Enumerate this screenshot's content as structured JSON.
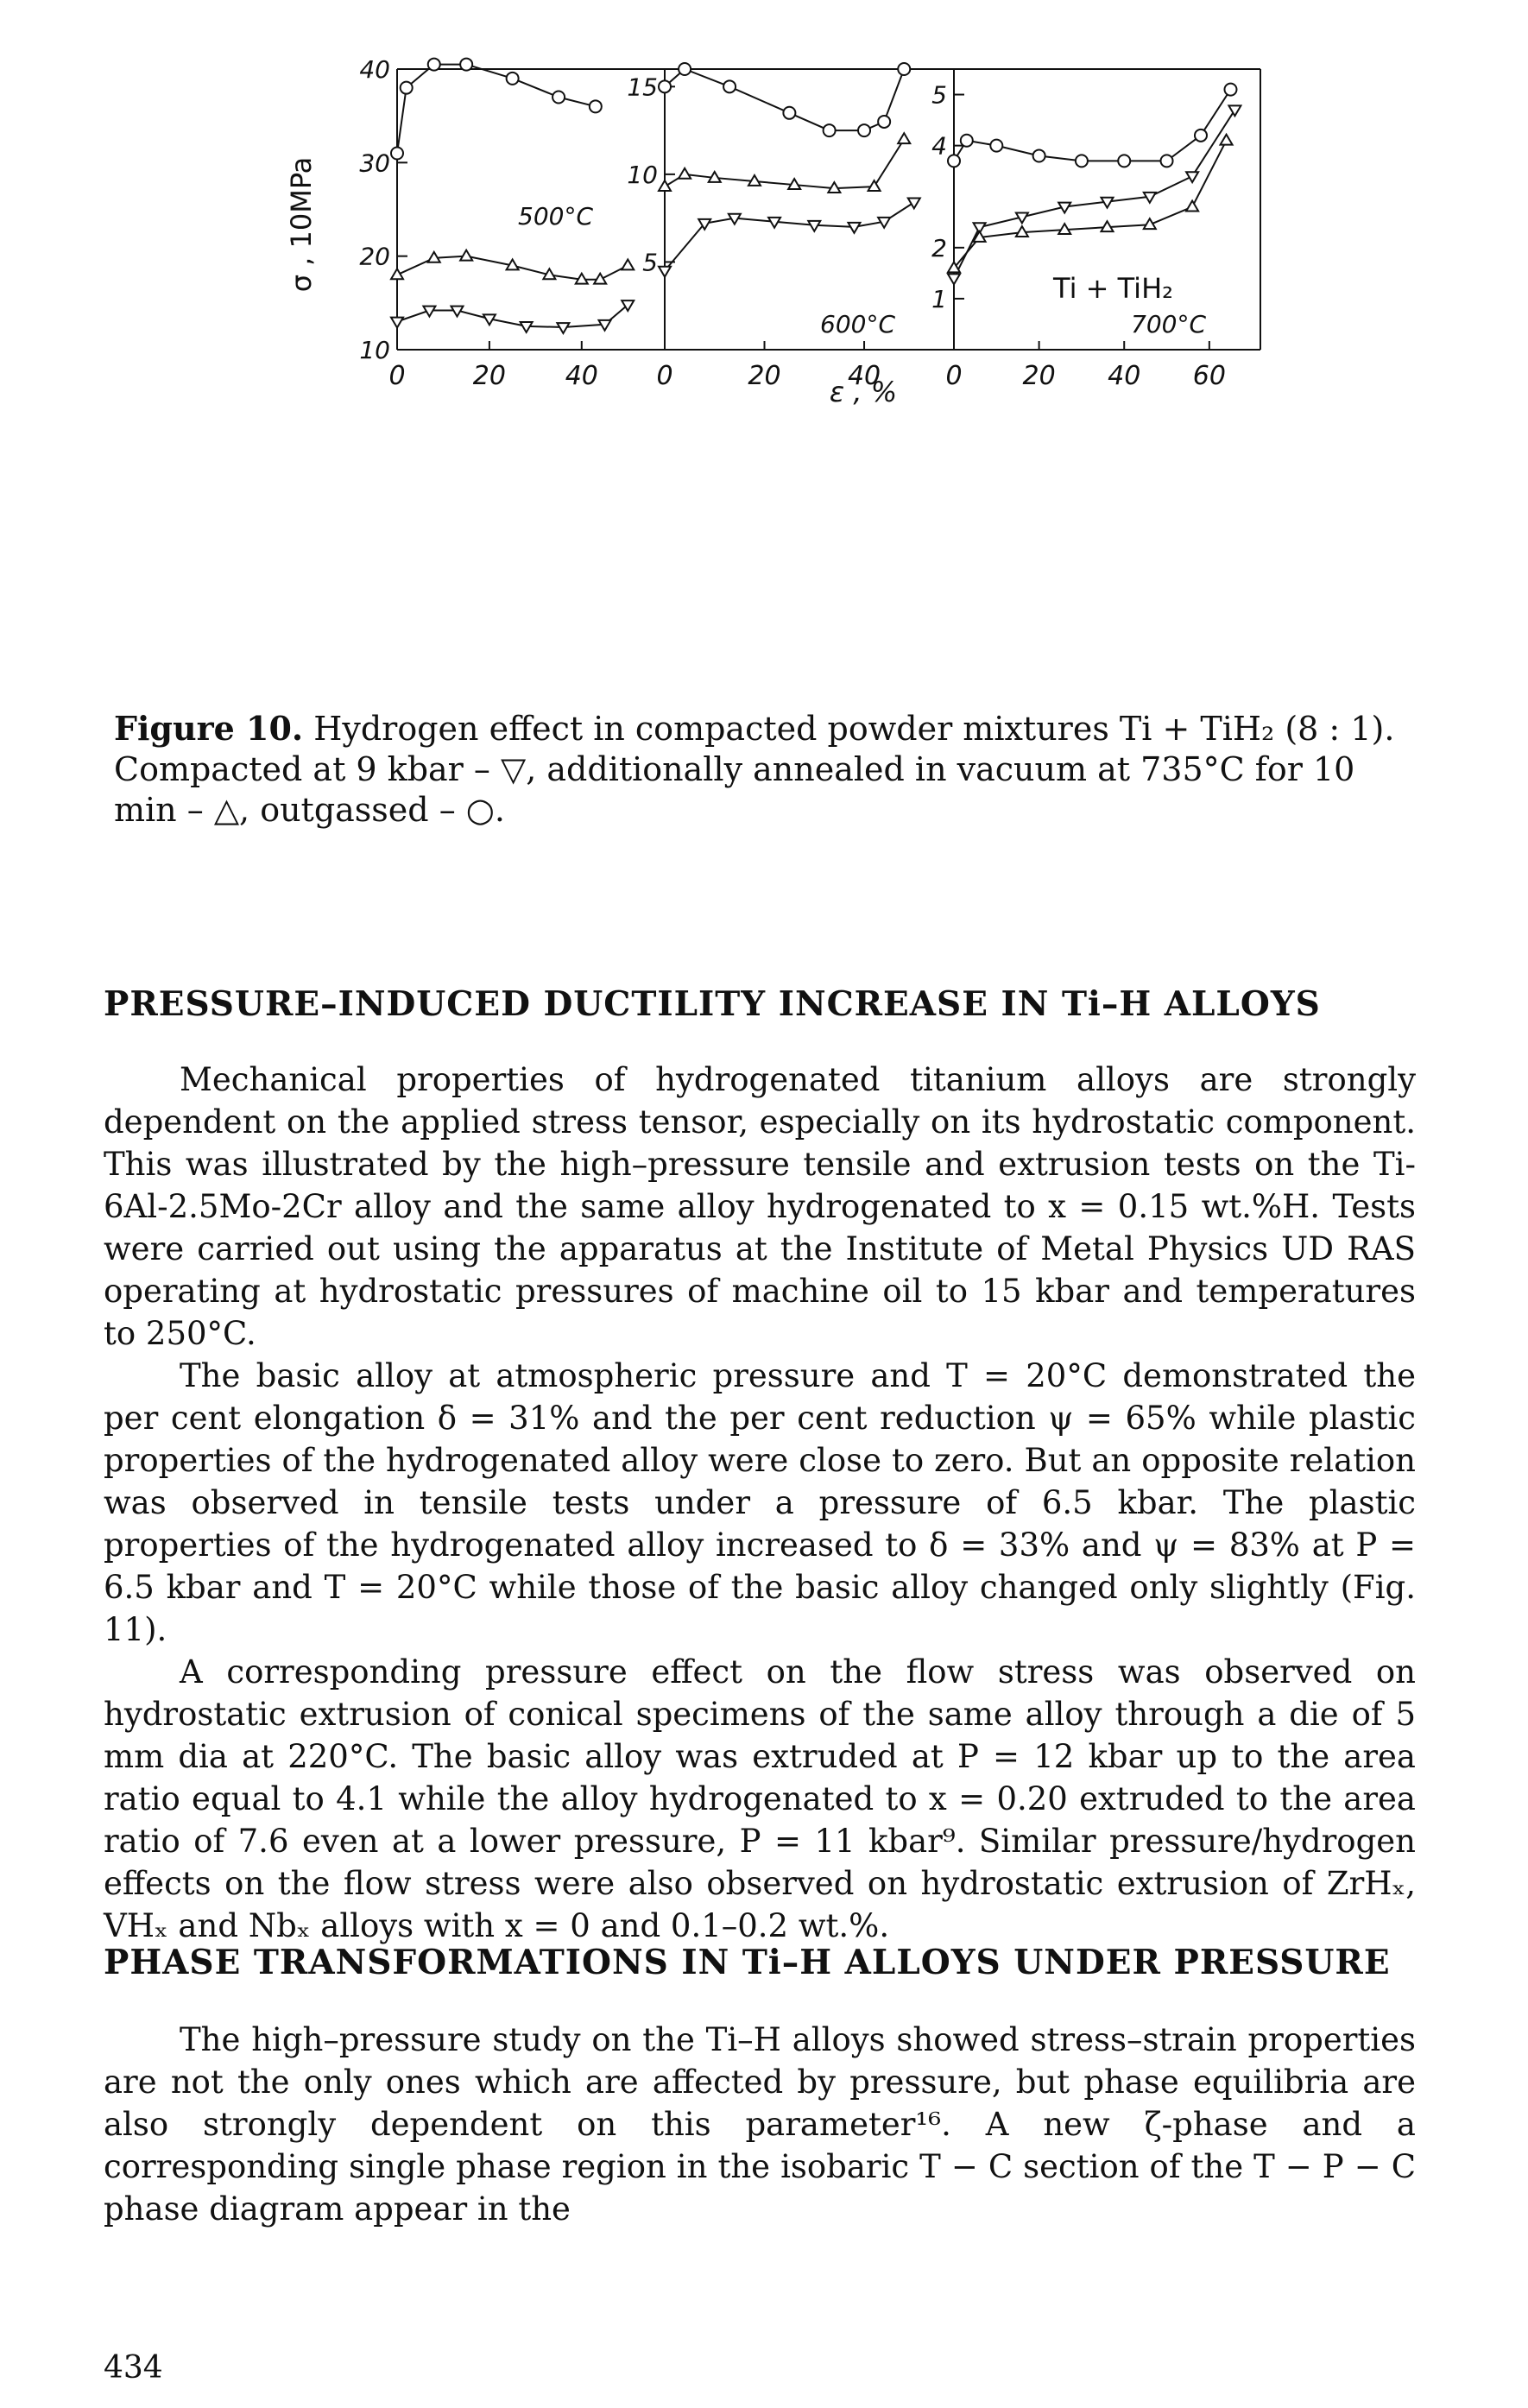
{
  "figure": {
    "yaxis_label": "σ , 10MPa",
    "xaxis_label": "ε , %",
    "panel_temps": [
      "500°C",
      "600°C",
      "700°C"
    ],
    "system_label": "Ti + TiH₂",
    "left_yticks": [
      "40",
      "30",
      "20",
      "10"
    ],
    "mid_yticks": [
      "15",
      "10",
      "5"
    ],
    "right_yticks": [
      "5",
      "4",
      "2",
      "1"
    ],
    "xticks": [
      [
        "0",
        "20",
        "40"
      ],
      [
        "0",
        "20",
        "40"
      ],
      [
        "0",
        "20",
        "40",
        "60"
      ]
    ]
  },
  "chart_data": {
    "type": "line",
    "xlabel": "ε , %",
    "ylabel": "σ , 10MPa",
    "panels": [
      {
        "label": "500°C",
        "xlim": [
          0,
          58
        ],
        "ylim": [
          10,
          40
        ],
        "series": [
          {
            "marker": "circle",
            "x": [
              0,
              2,
              8,
              15,
              25,
              35,
              43
            ],
            "y": [
              31,
              38,
              40.5,
              40.5,
              39,
              37,
              36
            ]
          },
          {
            "marker": "triangle-up",
            "x": [
              0,
              8,
              15,
              25,
              33,
              40,
              44,
              50
            ],
            "y": [
              18,
              19.8,
              20,
              19,
              18,
              17.5,
              17.5,
              19
            ]
          },
          {
            "marker": "triangle-down",
            "x": [
              0,
              7,
              13,
              20,
              28,
              36,
              45,
              50
            ],
            "y": [
              13,
              14.2,
              14.2,
              13.3,
              12.5,
              12.4,
              12.7,
              14.8
            ]
          }
        ]
      },
      {
        "label": "600°C",
        "xlim": [
          0,
          58
        ],
        "ylim": [
          0,
          16
        ],
        "series": [
          {
            "marker": "circle",
            "x": [
              0,
              4,
              13,
              25,
              33,
              40,
              44,
              48
            ],
            "y": [
              15,
              16,
              15,
              13.5,
              12.5,
              12.5,
              13,
              16
            ]
          },
          {
            "marker": "triangle-up",
            "x": [
              0,
              4,
              10,
              18,
              26,
              34,
              42,
              48
            ],
            "y": [
              9.3,
              10,
              9.8,
              9.6,
              9.4,
              9.2,
              9.3,
              12
            ]
          },
          {
            "marker": "triangle-down",
            "x": [
              0,
              8,
              14,
              22,
              30,
              38,
              44,
              50
            ],
            "y": [
              4.5,
              7.2,
              7.5,
              7.3,
              7.1,
              7.0,
              7.3,
              8.4
            ]
          }
        ]
      },
      {
        "label": "700°C",
        "xlim": [
          0,
          72
        ],
        "ylim": [
          0,
          5.5
        ],
        "series": [
          {
            "marker": "circle",
            "x": [
              0,
              3,
              10,
              20,
              30,
              40,
              50,
              58,
              65
            ],
            "y": [
              3.7,
              4.1,
              4.0,
              3.8,
              3.7,
              3.7,
              3.7,
              4.2,
              5.1
            ]
          },
          {
            "marker": "triangle-down",
            "x": [
              0,
              6,
              16,
              26,
              36,
              46,
              56,
              66
            ],
            "y": [
              1.4,
              2.4,
              2.6,
              2.8,
              2.9,
              3.0,
              3.4,
              4.7
            ]
          },
          {
            "marker": "triangle-up",
            "x": [
              0,
              6,
              16,
              26,
              36,
              46,
              56,
              64
            ],
            "y": [
              1.6,
              2.2,
              2.3,
              2.35,
              2.4,
              2.45,
              2.8,
              4.1
            ]
          }
        ]
      }
    ]
  },
  "caption": {
    "label": "Figure 10.",
    "text": "Hydrogen effect in compacted powder mixtures Ti + TiH₂ (8 : 1). Compacted at 9 kbar – ▽, additionally annealed in vacuum at 735°C for 10 min – △, outgassed – ○."
  },
  "section1": {
    "heading": "PRESSURE–INDUCED DUCTILITY INCREASE IN Ti–H ALLOYS",
    "p1": "Mechanical properties of hydrogenated titanium alloys are strongly dependent on the applied stress tensor, especially on its hydrostatic component. This was illustrated by the high–pressure tensile and extrusion tests on the Ti-6Al-2.5Mo-2Cr alloy and the same alloy hydrogenated to x = 0.15 wt.%H. Tests were carried out using the apparatus at the Institute of Metal Physics UD RAS operating at hydrostatic pressures of machine oil to 15 kbar and temperatures to 250°C.",
    "p2": "The basic alloy at atmospheric pressure and T = 20°C demonstrated the per cent elongation δ = 31% and the per cent reduction ψ = 65% while plastic properties of the hydrogenated alloy were close to zero. But an opposite relation was observed in tensile tests under a pressure of 6.5 kbar. The plastic properties of the hydrogenated alloy increased to δ = 33% and ψ = 83% at P = 6.5 kbar and T = 20°C while those of the basic alloy changed only slightly (Fig. 11).",
    "p3": "A corresponding pressure effect on the flow stress was observed on hydrostatic extrusion of conical specimens of the same alloy through a die of 5 mm dia at 220°C. The basic alloy was extruded at P = 12 kbar up to the area ratio equal to 4.1 while the alloy hydrogenated to x = 0.20 extruded to the area ratio of 7.6 even at a lower pressure, P = 11 kbar⁹. Similar pressure/hydrogen effects on the flow stress were also observed on hydrostatic extrusion of ZrHₓ, VHₓ and Nbₓ alloys with x = 0 and 0.1–0.2 wt.%."
  },
  "section2": {
    "heading": "PHASE TRANSFORMATIONS IN Ti–H ALLOYS UNDER PRESSURE",
    "p1": "The high–pressure study on the Ti–H alloys showed stress–strain properties are not the only ones which are affected by pressure, but phase equilibria are also strongly dependent on this parameter¹⁶. A new ζ-phase and a corresponding single phase region in the isobaric T − C section of the T − P − C phase diagram appear in the"
  },
  "page_number": "434"
}
